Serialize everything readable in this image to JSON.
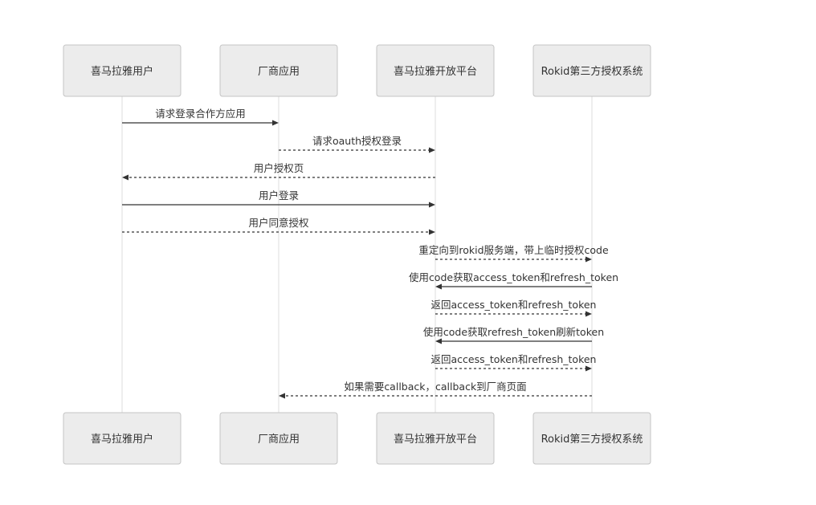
{
  "participants": [
    {
      "id": "user",
      "label": "喜马拉雅用户"
    },
    {
      "id": "vendor",
      "label": "厂商应用"
    },
    {
      "id": "platform",
      "label": "喜马拉雅开放平台"
    },
    {
      "id": "rokid",
      "label": "Rokid第三方授权系统"
    }
  ],
  "messages": [
    {
      "from": "user",
      "to": "vendor",
      "text": "请求登录合作方应用",
      "style": "solid"
    },
    {
      "from": "vendor",
      "to": "platform",
      "text": "请求oauth授权登录",
      "style": "dashed"
    },
    {
      "from": "platform",
      "to": "user",
      "text": "用户授权页",
      "style": "dashed"
    },
    {
      "from": "user",
      "to": "platform",
      "text": "用户登录",
      "style": "solid"
    },
    {
      "from": "user",
      "to": "platform",
      "text": "用户同意授权",
      "style": "dashed"
    },
    {
      "from": "platform",
      "to": "rokid",
      "text": "重定向到rokid服务端，带上临时授权code",
      "style": "dashed"
    },
    {
      "from": "rokid",
      "to": "platform",
      "text": "使用code获取access_token和refresh_token",
      "style": "solid"
    },
    {
      "from": "platform",
      "to": "rokid",
      "text": "返回access_token和refresh_token",
      "style": "dashed"
    },
    {
      "from": "rokid",
      "to": "platform",
      "text": "使用code获取refresh_token刷新token",
      "style": "solid"
    },
    {
      "from": "platform",
      "to": "rokid",
      "text": "返回access_token和refresh_token",
      "style": "dashed"
    },
    {
      "from": "rokid",
      "to": "vendor",
      "text": "如果需要callback，callback到厂商页面",
      "style": "dashed"
    }
  ],
  "colors": {
    "actor_fill": "#ececec",
    "actor_stroke": "#c4c4c4",
    "line": "#333333",
    "lifeline": "#dcdcdc"
  }
}
